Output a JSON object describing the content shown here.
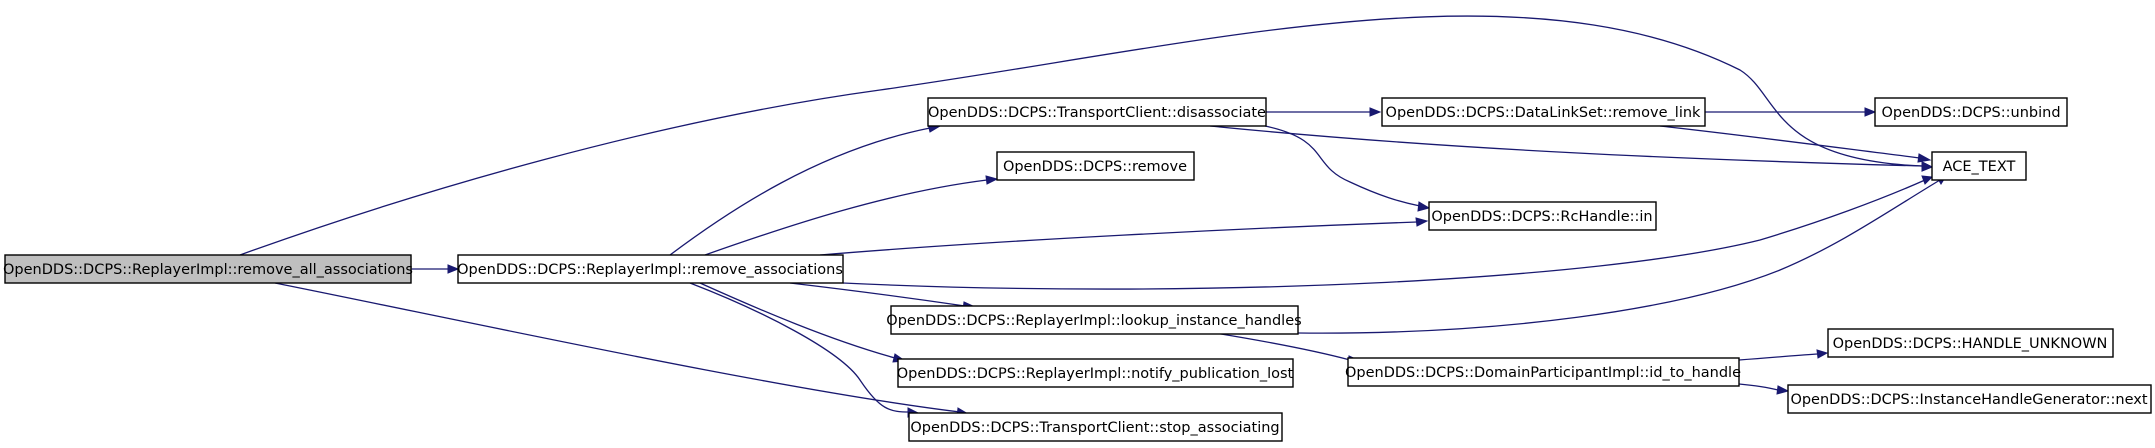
{
  "graph": {
    "nodes": {
      "remove_all_associations": "OpenDDS::DCPS::ReplayerImpl::remove_all_associations",
      "remove_associations": "OpenDDS::DCPS::ReplayerImpl::remove_associations",
      "disassociate": "OpenDDS::DCPS::TransportClient::disassociate",
      "remove": "OpenDDS::DCPS::remove",
      "lookup_instance_handles": "OpenDDS::DCPS::ReplayerImpl::lookup_instance_handles",
      "notify_publication_lost": "OpenDDS::DCPS::ReplayerImpl::notify_publication_lost",
      "stop_associating": "OpenDDS::DCPS::TransportClient::stop_associating",
      "remove_link": "OpenDDS::DCPS::DataLinkSet::remove_link",
      "rchandle_in": "OpenDDS::DCPS::RcHandle::in",
      "id_to_handle": "OpenDDS::DCPS::DomainParticipantImpl::id_to_handle",
      "unbind": "OpenDDS::DCPS::unbind",
      "ace_text": "ACE_TEXT",
      "handle_unknown": "OpenDDS::DCPS::HANDLE_UNKNOWN",
      "ihg_next": "OpenDDS::DCPS::InstanceHandleGenerator::next"
    },
    "colors": {
      "edge": "#191970",
      "root_fill": "#bfbfbf",
      "node_fill": "#ffffff"
    }
  }
}
